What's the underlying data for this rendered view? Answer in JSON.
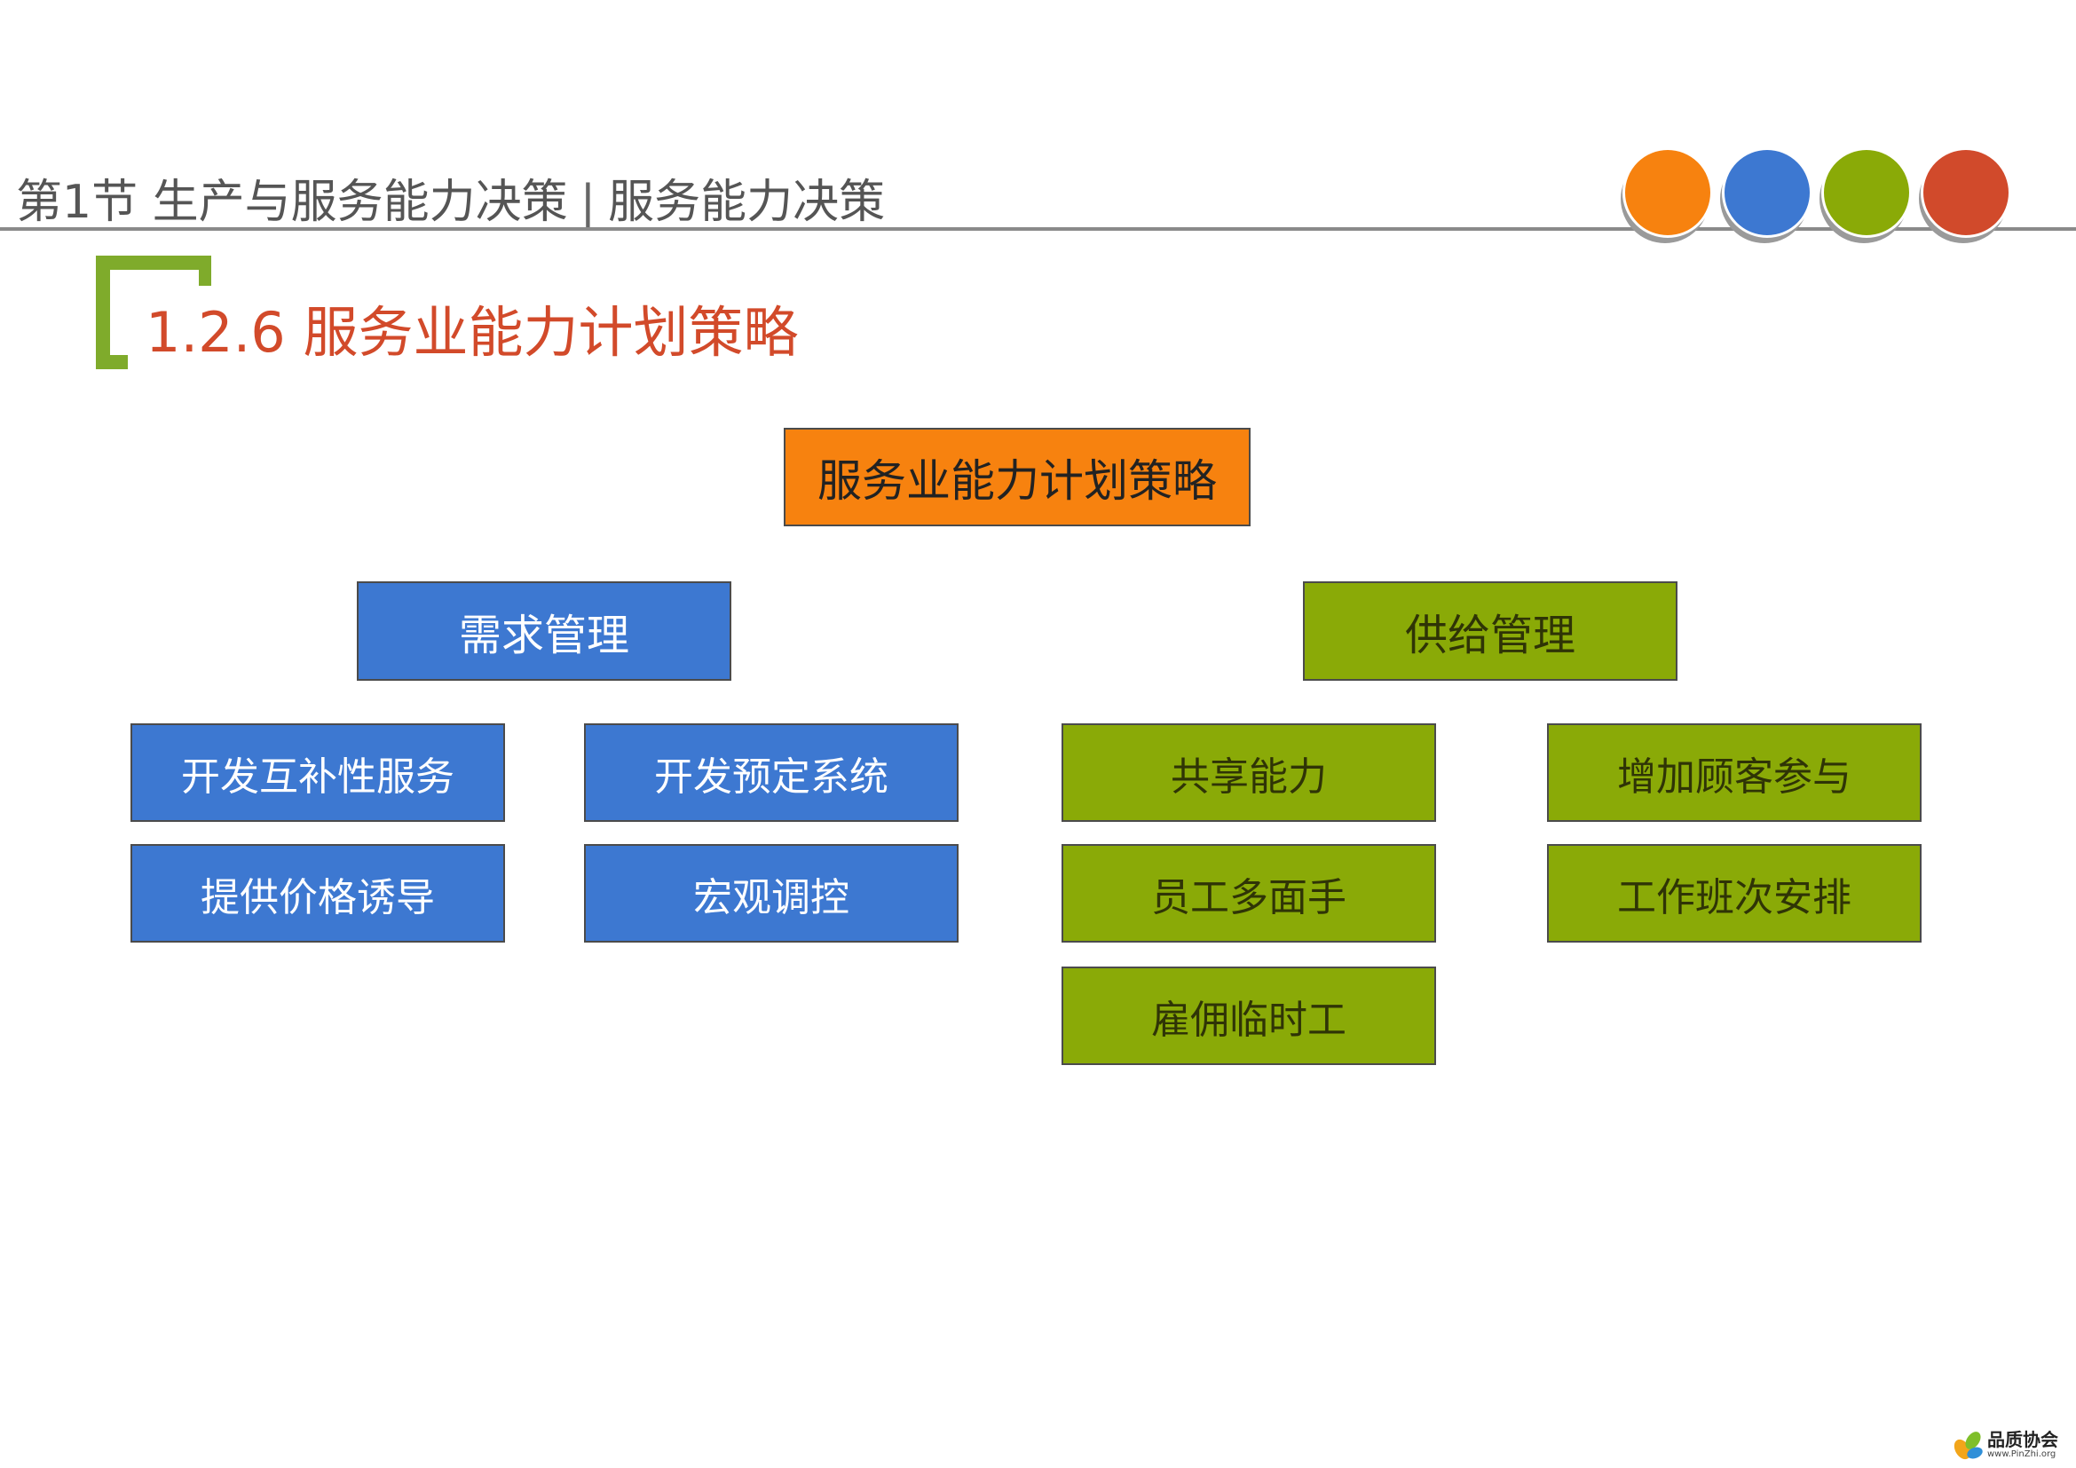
{
  "header": {
    "chapter": "第1节 生产与服务能力决策",
    "separator": "|",
    "topic": "服务能力决策"
  },
  "decor": {
    "dots": [
      {
        "name": "orange",
        "color": "#f7820f"
      },
      {
        "name": "blue",
        "color": "#3d78d1"
      },
      {
        "name": "green",
        "color": "#8aaa07"
      },
      {
        "name": "red",
        "color": "#d14a2b"
      }
    ],
    "bracket_color": "#7fab2b"
  },
  "section": {
    "title": "1.2.6 服务业能力计划策略"
  },
  "diagram": {
    "root": "服务业能力计划策略",
    "demand": {
      "label": "需求管理",
      "items": [
        "开发互补性服务",
        "开发预定系统",
        "提供价格诱导",
        "宏观调控"
      ]
    },
    "supply": {
      "label": "供给管理",
      "items": [
        "共享能力",
        "增加顾客参与",
        "员工多面手",
        "工作班次安排",
        "雇佣临时工"
      ]
    }
  },
  "footer": {
    "logo_text": "品质协会",
    "logo_url": "www.PinZhi.org"
  }
}
